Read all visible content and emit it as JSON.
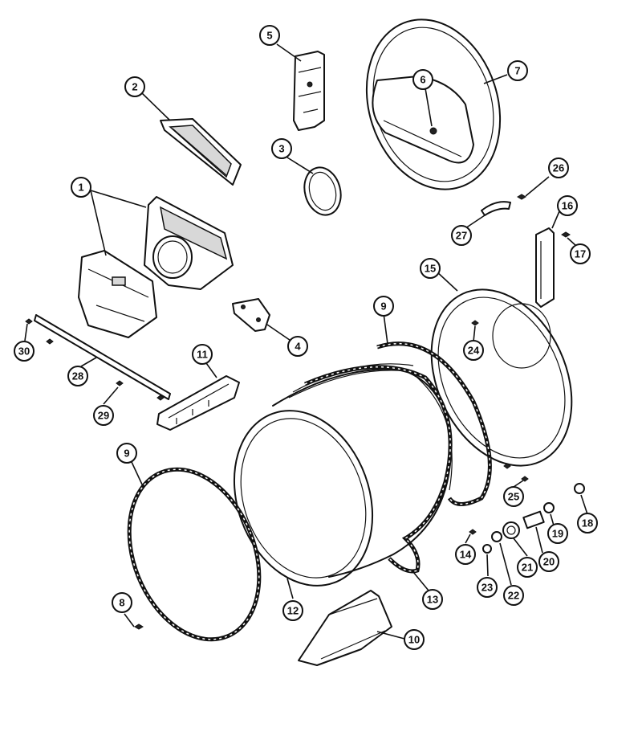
{
  "callouts": [
    "1",
    "2",
    "3",
    "4",
    "5",
    "6",
    "7",
    "8",
    "9",
    "9",
    "10",
    "11",
    "12",
    "13",
    "14",
    "15",
    "16",
    "17",
    "18",
    "19",
    "20",
    "21",
    "22",
    "23",
    "24",
    "25",
    "26",
    "27",
    "28",
    "29",
    "30"
  ]
}
